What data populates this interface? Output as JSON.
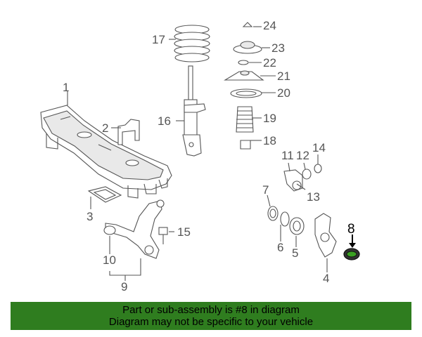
{
  "diagram": {
    "callouts": [
      {
        "id": "1",
        "text": "1"
      },
      {
        "id": "2",
        "text": "2"
      },
      {
        "id": "3",
        "text": "3"
      },
      {
        "id": "4",
        "text": "4"
      },
      {
        "id": "5",
        "text": "5"
      },
      {
        "id": "6",
        "text": "6"
      },
      {
        "id": "7",
        "text": "7"
      },
      {
        "id": "8",
        "text": "8"
      },
      {
        "id": "9",
        "text": "9"
      },
      {
        "id": "10",
        "text": "10"
      },
      {
        "id": "11",
        "text": "11"
      },
      {
        "id": "12",
        "text": "12"
      },
      {
        "id": "13",
        "text": "13"
      },
      {
        "id": "14",
        "text": "14"
      },
      {
        "id": "15",
        "text": "15"
      },
      {
        "id": "16",
        "text": "16"
      },
      {
        "id": "17",
        "text": "17"
      },
      {
        "id": "18",
        "text": "18"
      },
      {
        "id": "19",
        "text": "19"
      },
      {
        "id": "20",
        "text": "20"
      },
      {
        "id": "21",
        "text": "21"
      },
      {
        "id": "22",
        "text": "22"
      },
      {
        "id": "23",
        "text": "23"
      },
      {
        "id": "24",
        "text": "24"
      }
    ],
    "highlighted_part": "8",
    "highlight_color": "#2f7d1f"
  },
  "banner": {
    "line1": "Part or sub-assembly is #8 in diagram",
    "line2": "Diagram may not be specific to your vehicle",
    "background": "#2f7d1f"
  }
}
